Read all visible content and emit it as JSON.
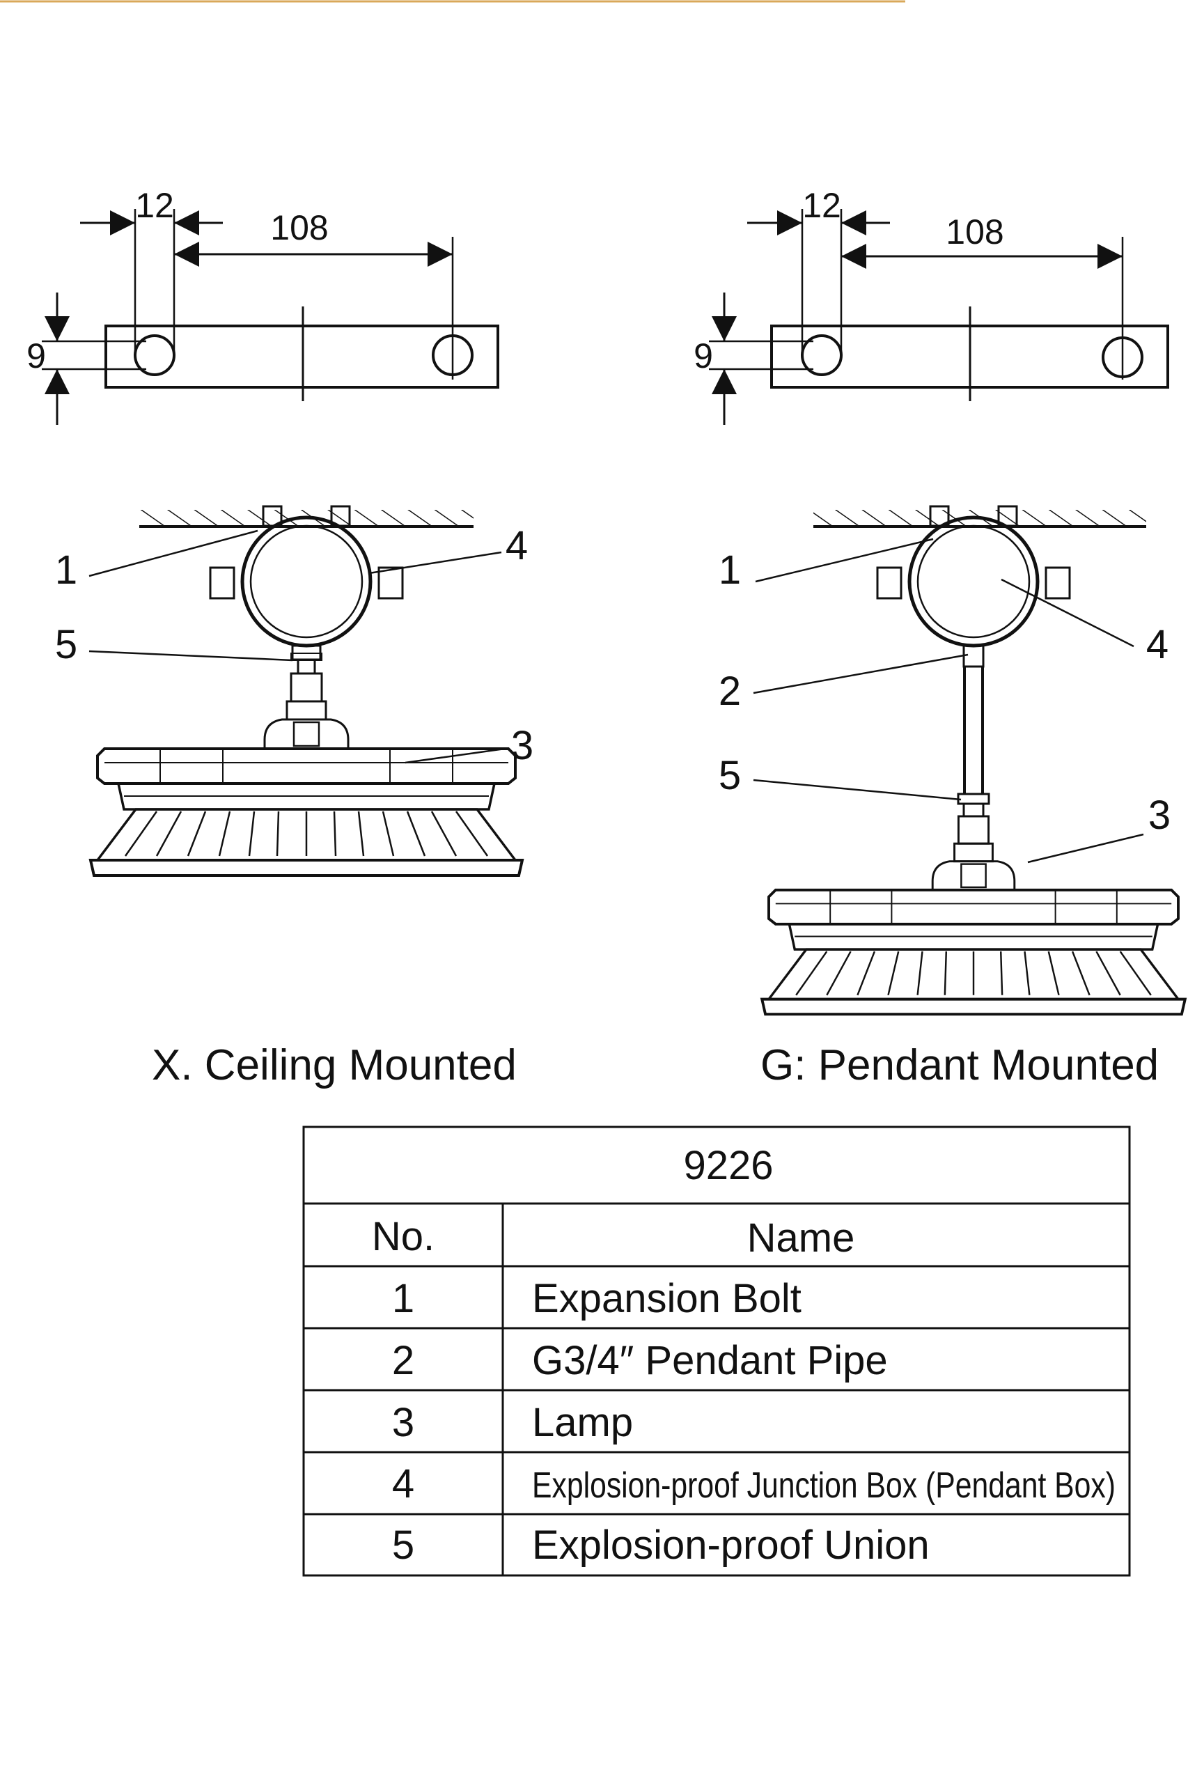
{
  "left_view": {
    "dim_slot": "12",
    "dim_span": "108",
    "dim_height": "9",
    "callouts": [
      "1",
      "4",
      "5",
      "3"
    ],
    "caption": "X. Ceiling Mounted"
  },
  "right_view": {
    "dim_slot": "12",
    "dim_span": "108",
    "dim_height": "9",
    "callouts": [
      "1",
      "4",
      "2",
      "5",
      "3"
    ],
    "caption": "G: Pendant  Mounted"
  },
  "parts_table": {
    "title": "9226",
    "header_no": "No.",
    "header_name": "Name",
    "rows": [
      {
        "no": "1",
        "name": "Expansion Bolt"
      },
      {
        "no": "2",
        "name": "G3/4″ Pendant Pipe"
      },
      {
        "no": "3",
        "name": "Lamp"
      },
      {
        "no": "4",
        "name": "Explosion-proof Junction Box (Pendant Box)"
      },
      {
        "no": "5",
        "name": "Explosion-proof Union"
      }
    ]
  }
}
